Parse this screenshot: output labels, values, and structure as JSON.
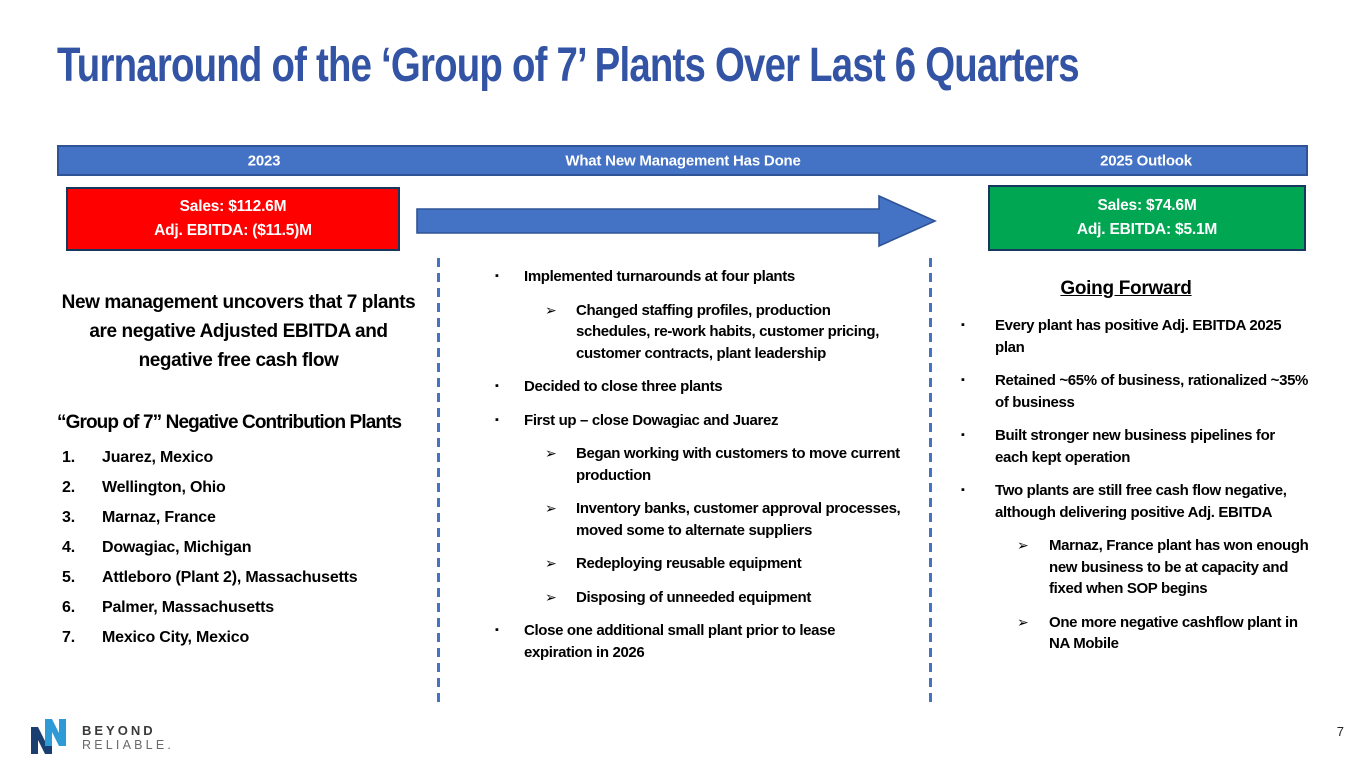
{
  "slide": {
    "title": "Turnaround of the ‘Group of 7’ Plants Over Last 6 Quarters"
  },
  "header": {
    "col1": "2023",
    "col2": "What New Management Has Done",
    "col3": "2025 Outlook"
  },
  "metrics": {
    "before": {
      "line1": "Sales: $112.6M",
      "line2": "Adj. EBITDA: ($11.5)M",
      "color": "#FE0000"
    },
    "after": {
      "line1": "Sales: $74.6M",
      "line2": "Adj. EBITDA: $5.1M",
      "color": "#00A651"
    }
  },
  "left_column": {
    "intro": "New management uncovers that 7 plants are negative Adjusted EBITDA and negative free cash flow",
    "list_title": "“Group of 7” Negative Contribution Plants",
    "plants": [
      "Juarez, Mexico",
      "Wellington, Ohio",
      "Marnaz, France",
      "Dowagiac, Michigan",
      "Attleboro (Plant 2), Massachusetts",
      "Palmer, Massachusetts",
      "Mexico City, Mexico"
    ]
  },
  "middle_column": {
    "items": [
      {
        "level": 1,
        "text": "Implemented turnarounds at four plants"
      },
      {
        "level": 2,
        "text": "Changed staffing profiles, production schedules, re-work habits, customer pricing, customer contracts, plant leadership"
      },
      {
        "level": 1,
        "text": "Decided to close three plants"
      },
      {
        "level": 1,
        "text": "First up – close Dowagiac and Juarez"
      },
      {
        "level": 2,
        "text": "Began working with customers to move current production"
      },
      {
        "level": 2,
        "text": "Inventory banks, customer approval processes, moved some to alternate suppliers"
      },
      {
        "level": 2,
        "text": "Redeploying reusable equipment"
      },
      {
        "level": 2,
        "text": "Disposing of unneeded equipment"
      },
      {
        "level": 1,
        "text": "Close one additional small plant prior to lease expiration in 2026"
      }
    ]
  },
  "right_column": {
    "heading": "Going Forward",
    "items": [
      {
        "level": 1,
        "text": "Every plant has positive Adj. EBITDA 2025 plan"
      },
      {
        "level": 1,
        "text": "Retained ~65% of business, rationalized ~35% of business"
      },
      {
        "level": 1,
        "text": "Built stronger new business pipelines for each kept operation"
      },
      {
        "level": 1,
        "text": "Two plants are still free cash flow negative, although delivering positive Adj. EBITDA"
      },
      {
        "level": 2,
        "text": "Marnaz, France plant has won enough new business to be at capacity and fixed when SOP begins"
      },
      {
        "level": 2,
        "text": "One more negative cashflow plant in NA Mobile"
      }
    ]
  },
  "footer": {
    "logo_line1": "BEYOND",
    "logo_line2": "RELIABLE.",
    "page_number": "7"
  },
  "icons": {
    "bullet_square": "▪",
    "bullet_arrow": "➢"
  },
  "colors": {
    "accent_blue": "#4472C4",
    "accent_blue_dark": "#2F5496",
    "title_blue": "#3353A4",
    "negative_red": "#FE0000",
    "positive_green": "#00A651"
  }
}
